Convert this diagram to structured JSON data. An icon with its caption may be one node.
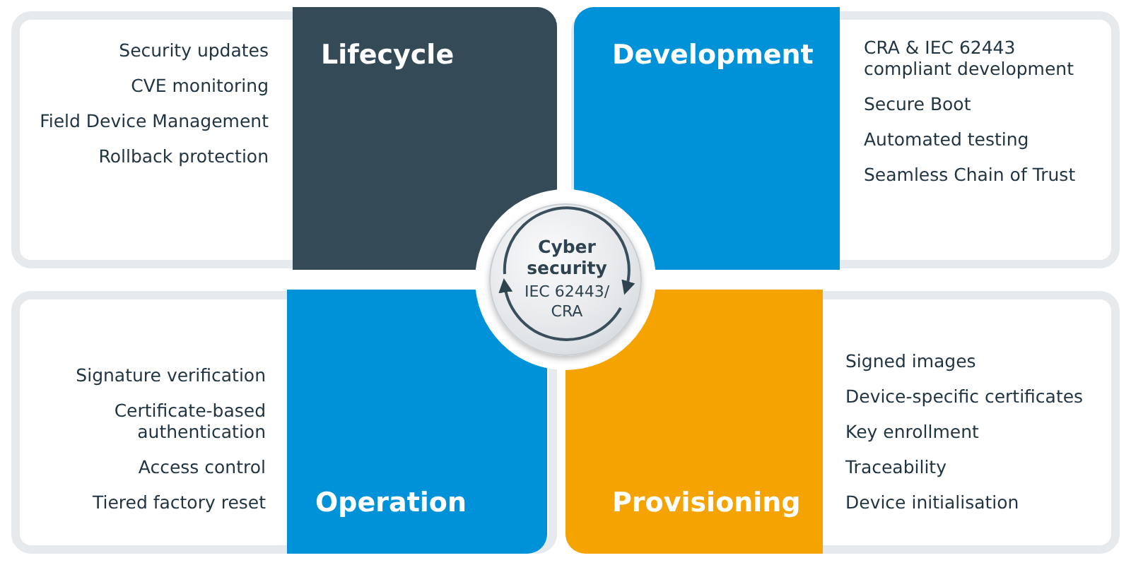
{
  "diagram": {
    "nodes": [
      {
        "text": [
          "Lifecycle",
          "Security updates",
          "CVE monitoring",
          "Field Device Management",
          "Rollback protection"
        ]
      },
      {
        "text": [
          "Development",
          "CRA & IEC 62443 compliant development",
          "Secure Boot",
          "Automated testing",
          "Seamless Chain of Trust"
        ]
      },
      {
        "text": [
          "Operation",
          "Signature verification",
          "Certificate-based authentication",
          "Access control",
          "Tiered factory reset"
        ]
      },
      {
        "text": [
          "Provisioning",
          "Signed images",
          "Device-specific certificates",
          "Key enrollment",
          "Traceability",
          "Device initialisation"
        ]
      },
      {
        "text": [
          "Cyber security",
          "IEC 62443/ CRA"
        ]
      }
    ]
  }
}
